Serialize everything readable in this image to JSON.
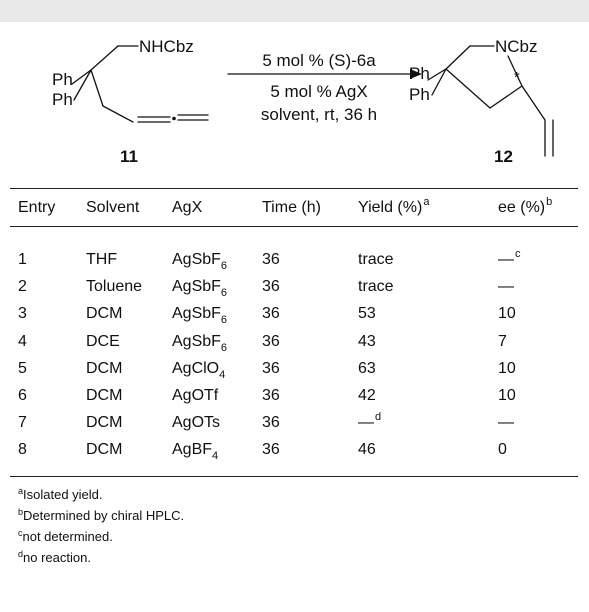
{
  "scheme": {
    "reactant": {
      "ph1": "Ph",
      "ph2": "Ph",
      "group": "NHCbz",
      "label": "11"
    },
    "conditions": [
      "5 mol % (S)-6a",
      "5 mol % AgX",
      "solvent, rt, 36 h"
    ],
    "product": {
      "ph1": "Ph",
      "ph2": "Ph",
      "group": "NCbz",
      "stereo": "*",
      "label": "12"
    }
  },
  "table": {
    "headers": [
      {
        "text": "Entry"
      },
      {
        "text": "Solvent"
      },
      {
        "text": "AgX"
      },
      {
        "text": "Time (h)"
      },
      {
        "text": "Yield (%)",
        "sup": "a"
      },
      {
        "text": "ee (%)",
        "sup": "b"
      }
    ],
    "rows": [
      {
        "entry": "1",
        "solvent": "THF",
        "agx": "AgSbF",
        "agx_sub": "6",
        "time": "36",
        "yield": "trace",
        "yield_sup": "",
        "ee": "—",
        "ee_sup": "c"
      },
      {
        "entry": "2",
        "solvent": "Toluene",
        "agx": "AgSbF",
        "agx_sub": "6",
        "time": "36",
        "yield": "trace",
        "yield_sup": "",
        "ee": "—",
        "ee_sup": ""
      },
      {
        "entry": "3",
        "solvent": "DCM",
        "agx": "AgSbF",
        "agx_sub": "6",
        "time": "36",
        "yield": "53",
        "yield_sup": "",
        "ee": "10",
        "ee_sup": ""
      },
      {
        "entry": "4",
        "solvent": "DCE",
        "agx": "AgSbF",
        "agx_sub": "6",
        "time": "36",
        "yield": "43",
        "yield_sup": "",
        "ee": "7",
        "ee_sup": ""
      },
      {
        "entry": "5",
        "solvent": "DCM",
        "agx": "AgClO",
        "agx_sub": "4",
        "time": "36",
        "yield": "63",
        "yield_sup": "",
        "ee": "10",
        "ee_sup": ""
      },
      {
        "entry": "6",
        "solvent": "DCM",
        "agx": "AgOTf",
        "agx_sub": "",
        "time": "36",
        "yield": "42",
        "yield_sup": "",
        "ee": "10",
        "ee_sup": ""
      },
      {
        "entry": "7",
        "solvent": "DCM",
        "agx": "AgOTs",
        "agx_sub": "",
        "time": "36",
        "yield": "—",
        "yield_sup": "d",
        "ee": "—",
        "ee_sup": ""
      },
      {
        "entry": "8",
        "solvent": "DCM",
        "agx": "AgBF",
        "agx_sub": "4",
        "time": "36",
        "yield": "46",
        "yield_sup": "",
        "ee": "0",
        "ee_sup": ""
      }
    ]
  },
  "footnotes": [
    {
      "mark": "a",
      "text": "Isolated yield."
    },
    {
      "mark": "b",
      "text": "Determined by chiral HPLC."
    },
    {
      "mark": "c",
      "text": "not determined."
    },
    {
      "mark": "d",
      "text": "no reaction."
    }
  ]
}
